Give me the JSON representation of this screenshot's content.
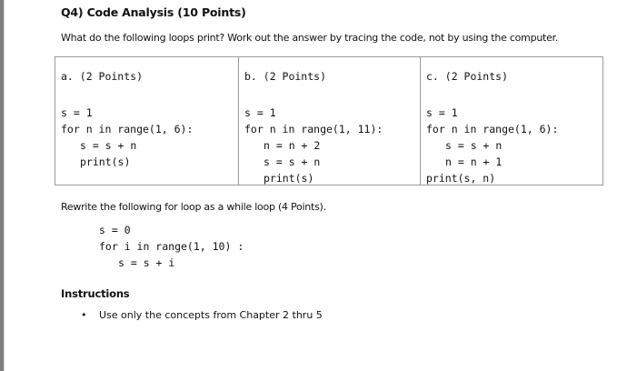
{
  "question": {
    "title": "Q4) Code Analysis (10 Points)",
    "intro": "What do the following loops print? Work out the answer by tracing the code, not by using the computer."
  },
  "table": {
    "cells": [
      {
        "header": "a. (2 Points)",
        "lines": [
          {
            "text": "s = 1",
            "indent": 0
          },
          {
            "text": "for n in range(1, 6):",
            "indent": 0
          },
          {
            "text": "s = s + n",
            "indent": 1
          },
          {
            "text": "print(s)",
            "indent": 1
          }
        ]
      },
      {
        "header": "b. (2 Points)",
        "lines": [
          {
            "text": "s = 1",
            "indent": 0
          },
          {
            "text": "for n in range(1, 11):",
            "indent": 0
          },
          {
            "text": "n = n + 2",
            "indent": 1
          },
          {
            "text": "s = s + n",
            "indent": 1
          },
          {
            "text": "print(s)",
            "indent": 1
          }
        ]
      },
      {
        "header": "c. (2 Points)",
        "lines": [
          {
            "text": "s = 1",
            "indent": 0
          },
          {
            "text": "for n in range(1, 6):",
            "indent": 0
          },
          {
            "text": "s = s + n",
            "indent": 1
          },
          {
            "text": "n = n + 1",
            "indent": 1
          },
          {
            "text": "print(s, n)",
            "indent": 0
          }
        ]
      }
    ]
  },
  "rewrite": {
    "prompt": "Rewrite the following for loop as a while loop (4 Points).",
    "lines": [
      {
        "text": "s = 0",
        "indent": 0
      },
      {
        "text": "for i in range(1, 10) :",
        "indent": 0
      },
      {
        "text": "s = s + i",
        "indent": 1
      }
    ]
  },
  "instructions": {
    "heading": "Instructions",
    "bullet_glyph": "•",
    "items": [
      "Use only the concepts from Chapter 2 thru 5"
    ]
  }
}
